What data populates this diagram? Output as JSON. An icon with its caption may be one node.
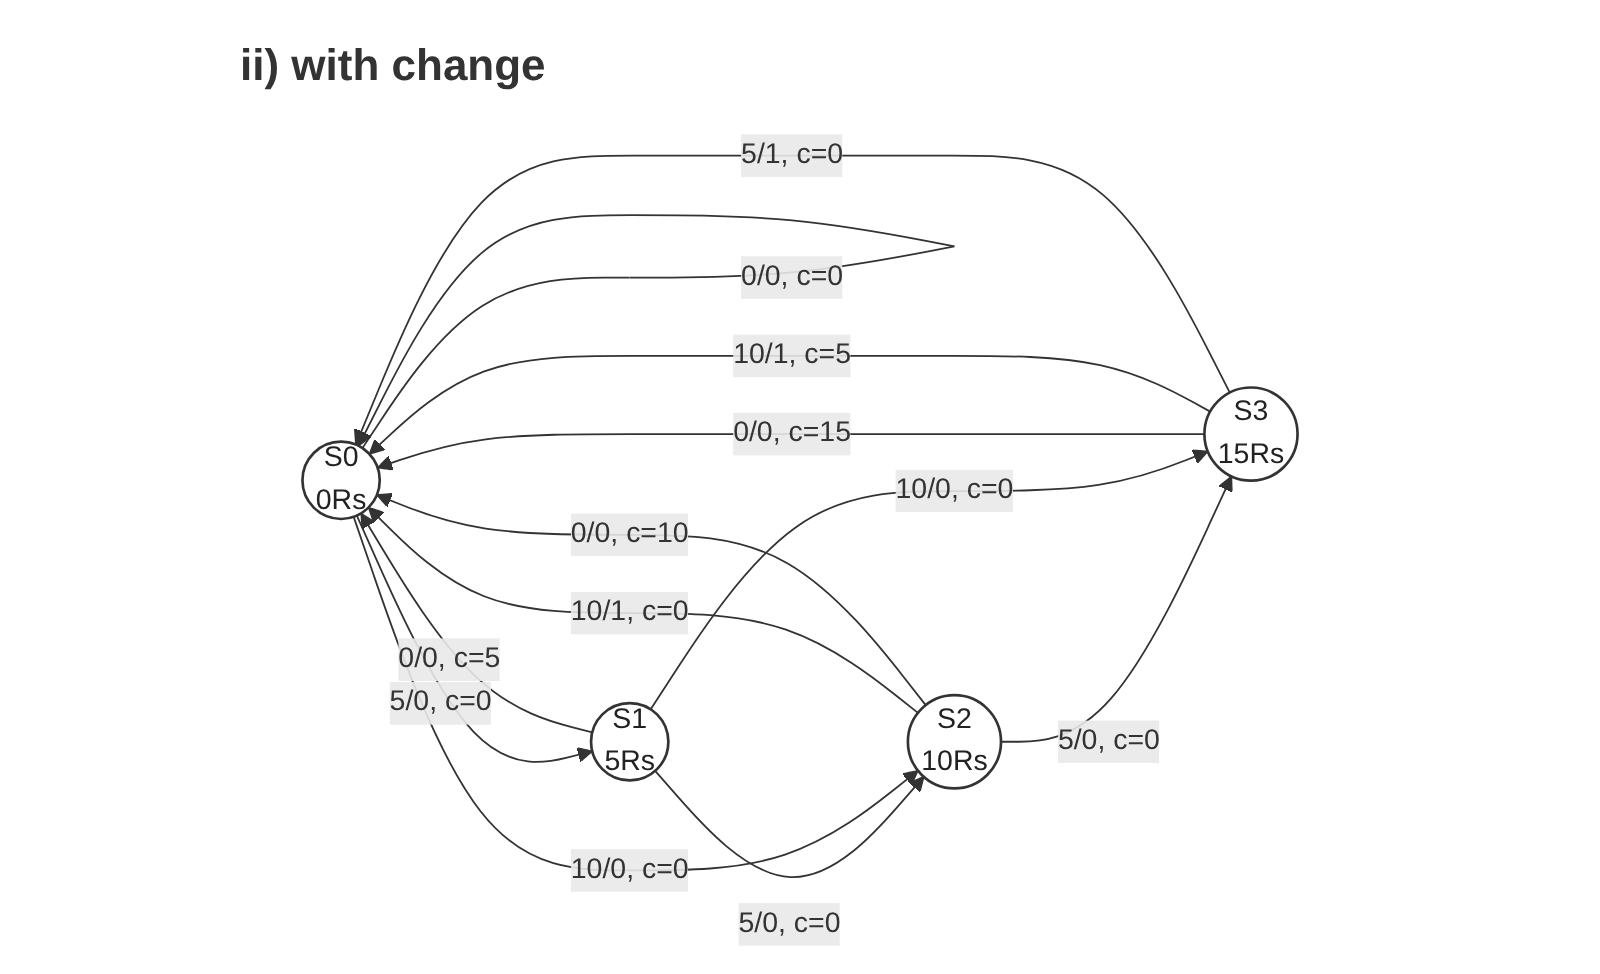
{
  "diagram": {
    "title": "ii) with change",
    "nodes": [
      {
        "text": [
          "S0",
          "0Rs"
        ]
      },
      {
        "text": [
          "S1",
          "5Rs"
        ]
      },
      {
        "text": [
          "S2",
          "10Rs"
        ]
      },
      {
        "text": [
          "S3",
          "15Rs"
        ]
      }
    ],
    "edges": [
      {
        "from": 0,
        "to": 0,
        "arrow": "to",
        "label": "0/0, c=0"
      },
      {
        "from": 0,
        "to": 1,
        "arrow": "to",
        "label": "5/0, c=0"
      },
      {
        "from": 1,
        "to": 2,
        "arrow": "to",
        "label": "5/0, c=0"
      },
      {
        "from": 2,
        "to": 3,
        "arrow": "to",
        "label": "5/0, c=0"
      },
      {
        "from": 0,
        "to": 2,
        "arrow": "to",
        "label": "10/0, c=0"
      },
      {
        "from": 2,
        "to": 0,
        "arrow": "to",
        "label": "10/1, c=0"
      },
      {
        "from": 1,
        "to": 0,
        "arrow": "to",
        "label": "0/0, c=5"
      },
      {
        "from": 1,
        "to": 3,
        "arrow": "to",
        "label": "10/0, c=0"
      },
      {
        "from": 2,
        "to": 0,
        "arrow": "to",
        "label": "0/0, c=10"
      },
      {
        "from": 3,
        "to": 0,
        "arrow": "to",
        "label": "0/0, c=15"
      },
      {
        "from": 3,
        "to": 0,
        "arrow": "to",
        "label": "10/1, c=5"
      },
      {
        "from": 3,
        "to": 0,
        "arrow": "to",
        "label": "5/1, c=0"
      }
    ]
  }
}
